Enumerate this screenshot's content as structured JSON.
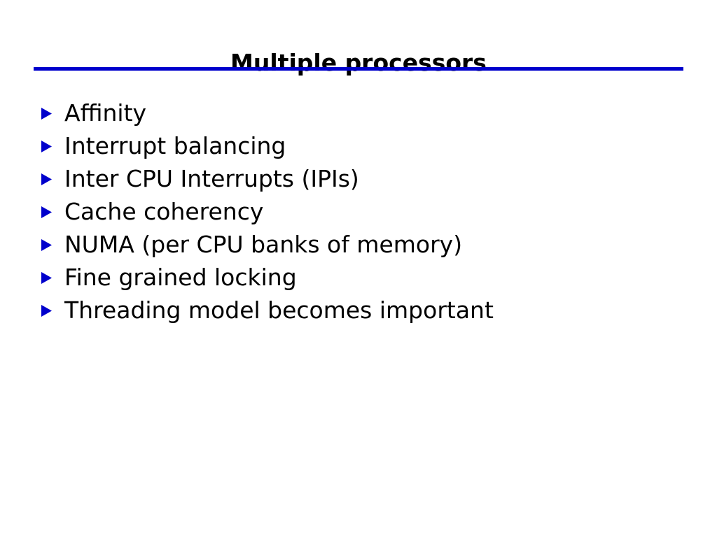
{
  "slide": {
    "title": "Multiple processors",
    "background_color": "#ffffff",
    "title_color": "#000000",
    "rule_color": "#0000cc",
    "bullet_marker_color": "#0000cc",
    "bullet_marker_glyph": "triangle-right",
    "bullets": [
      {
        "label": "Affinity"
      },
      {
        "label": "Interrupt balancing"
      },
      {
        "label": "Inter CPU Interrupts (IPIs)"
      },
      {
        "label": "Cache coherency"
      },
      {
        "label": "NUMA (per CPU banks of memory)"
      },
      {
        "label": "Fine grained locking"
      },
      {
        "label": "Threading model becomes important"
      }
    ]
  }
}
